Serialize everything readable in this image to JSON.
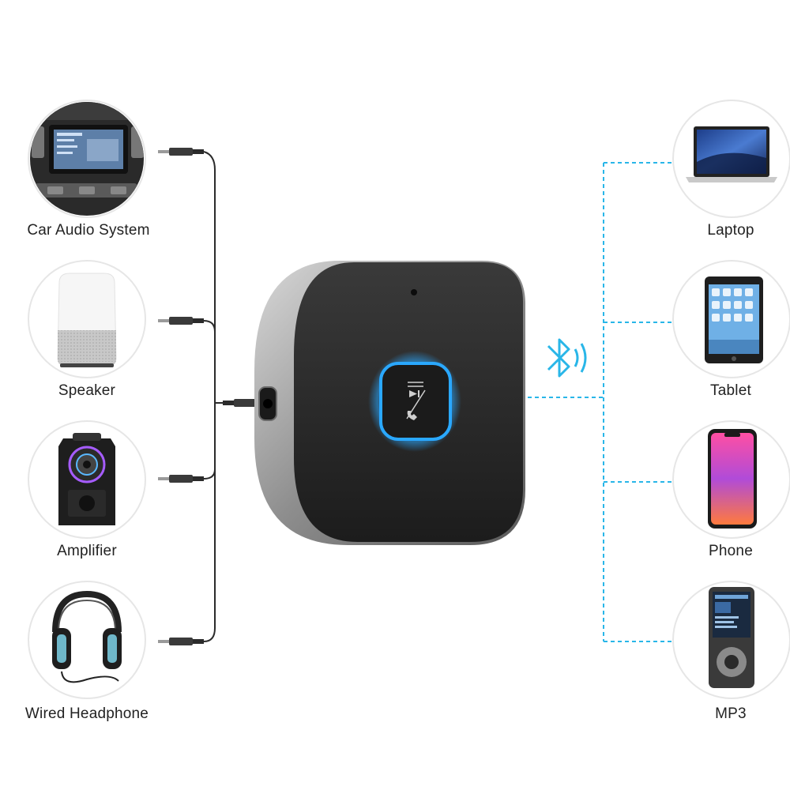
{
  "input_devices": [
    {
      "label": "Car Audio System",
      "icon": "car-dashboard-icon"
    },
    {
      "label": "Speaker",
      "icon": "smart-speaker-icon"
    },
    {
      "label": "Amplifier",
      "icon": "amplifier-speaker-icon"
    },
    {
      "label": "Wired Headphone",
      "icon": "headphones-icon"
    }
  ],
  "output_devices": [
    {
      "label": "Laptop",
      "icon": "laptop-icon"
    },
    {
      "label": "Tablet",
      "icon": "tablet-icon"
    },
    {
      "label": "Phone",
      "icon": "phone-icon"
    },
    {
      "label": "MP3",
      "icon": "mp3-player-icon"
    }
  ],
  "center_device": {
    "name": "bluetooth-receiver",
    "button_icon": "play-pause-call-icon",
    "led_color": "#2aa8ff"
  },
  "colors": {
    "wire": "#2b2b2b",
    "wireless_link": "#29b6e8",
    "circle_border": "#e6e6e6",
    "bluetooth": "#29b6e8"
  }
}
